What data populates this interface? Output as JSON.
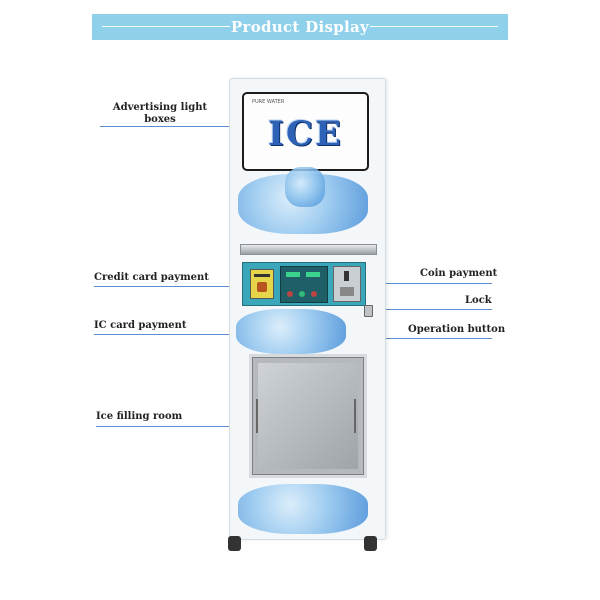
{
  "banner": {
    "title": "Product Display"
  },
  "callouts": {
    "advertising": {
      "line1": "Advertising light",
      "line2": "boxes"
    },
    "credit_card": "Credit card payment",
    "ic_card": "IC card payment",
    "ice_room": "Ice filling room",
    "coin": "Coin payment",
    "lock": "Lock",
    "operation": "Operation button"
  },
  "machine": {
    "ad_text": "ICE",
    "ad_small": "PURE WATER"
  },
  "colors": {
    "banner": "#8fd0ea",
    "leader": "#5b8fd1",
    "ice_text": "#2d62b6",
    "panel": "#3aa6b9"
  }
}
